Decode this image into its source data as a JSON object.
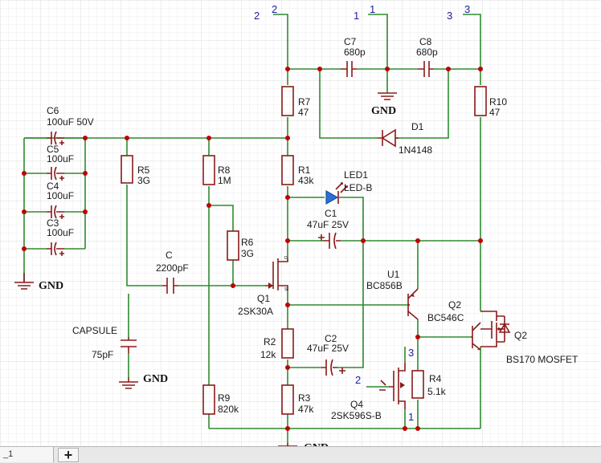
{
  "labels": {
    "pin2_out": "2",
    "pin2_in": "2",
    "pin1_out": "1",
    "pin1_in": "1",
    "pin3_out": "3",
    "pin3_in": "3",
    "c7_name": "C7",
    "c7_val": "680p",
    "c8_name": "C8",
    "c8_val": "680p",
    "gnd_top": "GND",
    "r7_name": "R7",
    "r7_val": "47",
    "r10_name": "R10",
    "r10_val": "47",
    "d1_name": "D1",
    "d1_val": "1N4148",
    "c6_name": "C6",
    "c6_val": "100uF 50V",
    "c5_name": "C5",
    "c5_val": "100uF",
    "c4_name": "C4",
    "c4_val": "100uF",
    "c3_name": "C3",
    "c3_val": "100uF",
    "r5_name": "R5",
    "r5_val": "3G",
    "r8_name": "R8",
    "r8_val": "1M",
    "r1_name": "R1",
    "r1_val": "43k",
    "led_name": "LED1",
    "led_val": "LED-B",
    "c1_name": "C1",
    "c1_val": "47uF 25V",
    "r6_name": "R6",
    "r6_val": "3G",
    "c_name": "C",
    "c_val": "2200pF",
    "u1_name": "U1",
    "u1_val": "BC856B",
    "q1_name": "Q1",
    "q1_val": "2SK30A",
    "q2_name": "Q2",
    "q2_val": "BC546C",
    "q2m_name": "Q2",
    "q2m_val": "BS170 MOSFET",
    "capsule_name": "CAPSULE",
    "capsule_val": "75pF",
    "gnd_left": "GND",
    "gnd_capsule": "GND",
    "gnd_bottom": "GND",
    "r2_name": "R2",
    "r2_val": "12k",
    "c2_name": "C2",
    "c2_val": "47uF 25V",
    "r4_name": "R4",
    "r4_val": "5.1k",
    "q4_pin": "2",
    "q4_name": "Q4",
    "q4_val": "2SK596S-B",
    "q4_pin1": "1",
    "q4_pin3": "3",
    "r9_name": "R9",
    "r9_val": "820k",
    "r3_name": "R3",
    "r3_val": "47k",
    "q1_d": "D",
    "q1_s": "S"
  },
  "ui": {
    "tab_label": "_1",
    "add_tab": "+"
  },
  "colors": {
    "wire": "#2e8b2e",
    "component": "#8b1a1a",
    "junction": "#c00000",
    "led": "#2a6fd6",
    "pin_label": "#2020a0"
  }
}
